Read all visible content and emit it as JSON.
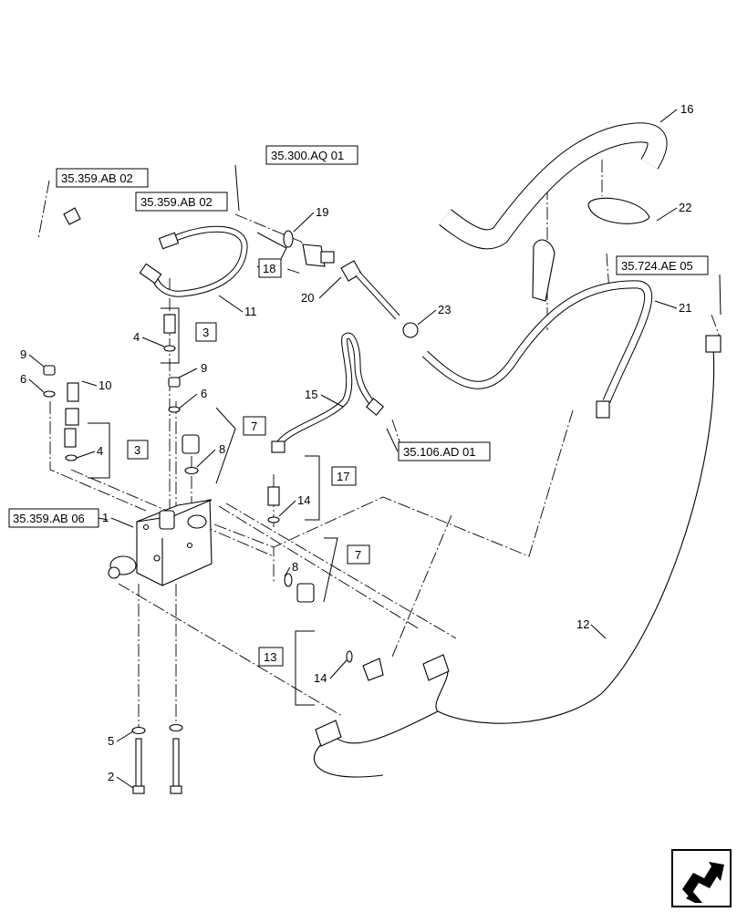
{
  "reference_labels": [
    {
      "id": "ref-35-359-ab-02-a",
      "text": "35.359.AB 02"
    },
    {
      "id": "ref-35-359-ab-02-b",
      "text": "35.359.AB 02"
    },
    {
      "id": "ref-35-300-aq-01",
      "text": "35.300.AQ 01"
    },
    {
      "id": "ref-35-724-ae-05",
      "text": "35.724.AE 05"
    },
    {
      "id": "ref-35-106-ad-01",
      "text": "35.106.AD 01"
    },
    {
      "id": "ref-35-359-ab-06",
      "text": "35.359.AB 06"
    }
  ],
  "boxed_numbers": [
    "3",
    "3",
    "18",
    "7",
    "17",
    "7",
    "13"
  ],
  "callouts": [
    "1",
    "2",
    "4",
    "4",
    "5",
    "6",
    "6",
    "8",
    "8",
    "9",
    "9",
    "10",
    "11",
    "12",
    "14",
    "14",
    "15",
    "16",
    "19",
    "20",
    "21",
    "22",
    "23"
  ],
  "nav_icon": "next-page-arrow-icon"
}
